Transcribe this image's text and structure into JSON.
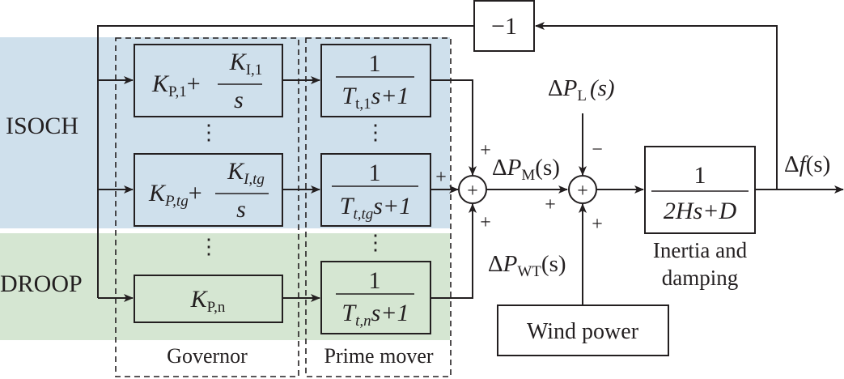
{
  "regions": {
    "isoch": {
      "label": "ISOCH",
      "color": "#cfe0ec"
    },
    "droop": {
      "label": "DROOP",
      "color": "#d5e6d2"
    }
  },
  "groups": {
    "governor": "Governor",
    "prime_mover": "Prime mover"
  },
  "feedback": {
    "gain": "−1"
  },
  "governor_blocks": [
    {
      "kp_main": "K",
      "kp_sub": "P,1",
      "plus": "+",
      "ki_main": "K",
      "ki_sub": "I,1",
      "den": "s"
    },
    {
      "kp_main": "K",
      "kp_sub": "P,tg",
      "plus": "+",
      "ki_main": "K",
      "ki_sub": "I,tg",
      "den": "s"
    },
    {
      "kp_main": "K",
      "kp_sub": "P,n"
    }
  ],
  "prime_mover_blocks": [
    {
      "num": "1",
      "t_main": "T",
      "t_sub": "t,1",
      "rest": "s+1"
    },
    {
      "num": "1",
      "t_main": "T",
      "t_sub": "t,tg",
      "rest": "s+1"
    },
    {
      "num": "1",
      "t_main": "T",
      "t_sub": "t,n",
      "rest": "s+1"
    }
  ],
  "ellipsis": "⋮",
  "signals": {
    "pm": {
      "delta": "Δ",
      "main": "P",
      "sub": "M",
      "arg": "(s)"
    },
    "pl": {
      "delta": "Δ",
      "main": "P",
      "sub": "L",
      "arg": "(s)"
    },
    "pwt": {
      "delta": "Δ",
      "main": "P",
      "sub": "WT",
      "arg": "(s)"
    },
    "df": {
      "delta": "Δ",
      "main": "f",
      "arg": "(s)"
    }
  },
  "signs": {
    "sum1_top": "+",
    "sum1_left": "+",
    "sum1_bottom": "+",
    "sum2_left": "+",
    "sum2_top": "−",
    "sum2_bottom": "+",
    "sum_glyph": "+"
  },
  "inertia": {
    "num": "1",
    "den": "2Hs+D",
    "label_line1": "Inertia and",
    "label_line2": "damping"
  },
  "wind": {
    "label": "Wind power"
  }
}
